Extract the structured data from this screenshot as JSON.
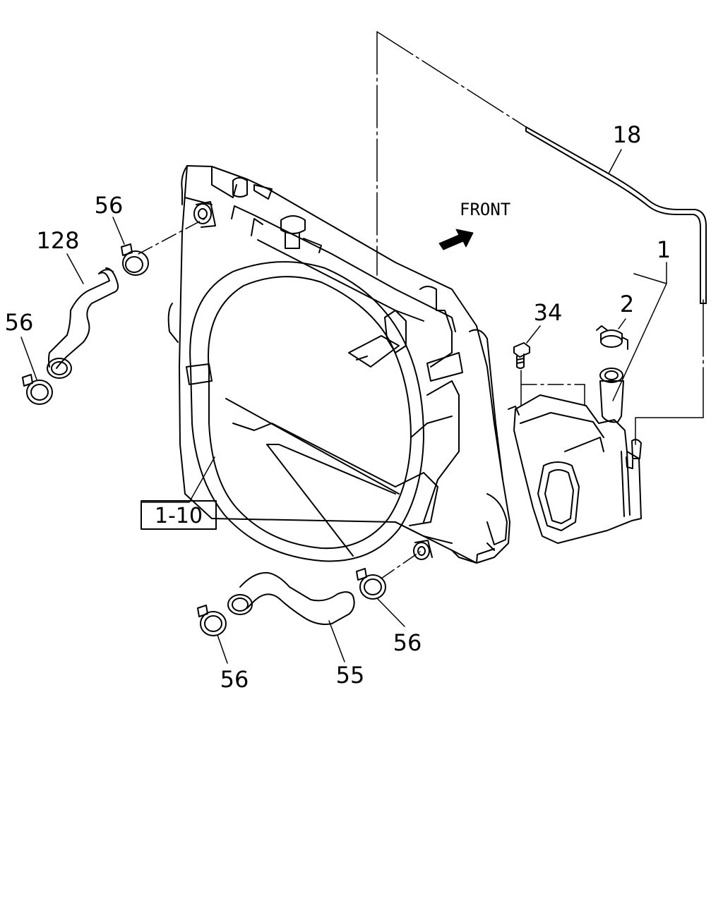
{
  "diagram": {
    "front_label": "FRONT",
    "ref_box_label": "1-10",
    "callouts": {
      "hose_vent": "18",
      "tank_assembly": "1",
      "tank_cap": "2",
      "bolt": "34",
      "upper_hose": "128",
      "clamp_upper_right": "56",
      "clamp_upper_left": "56",
      "lower_hose": "55",
      "clamp_lower_right": "56",
      "clamp_lower_left": "56"
    },
    "colors": {
      "line": "#000000",
      "background": "#ffffff"
    }
  }
}
